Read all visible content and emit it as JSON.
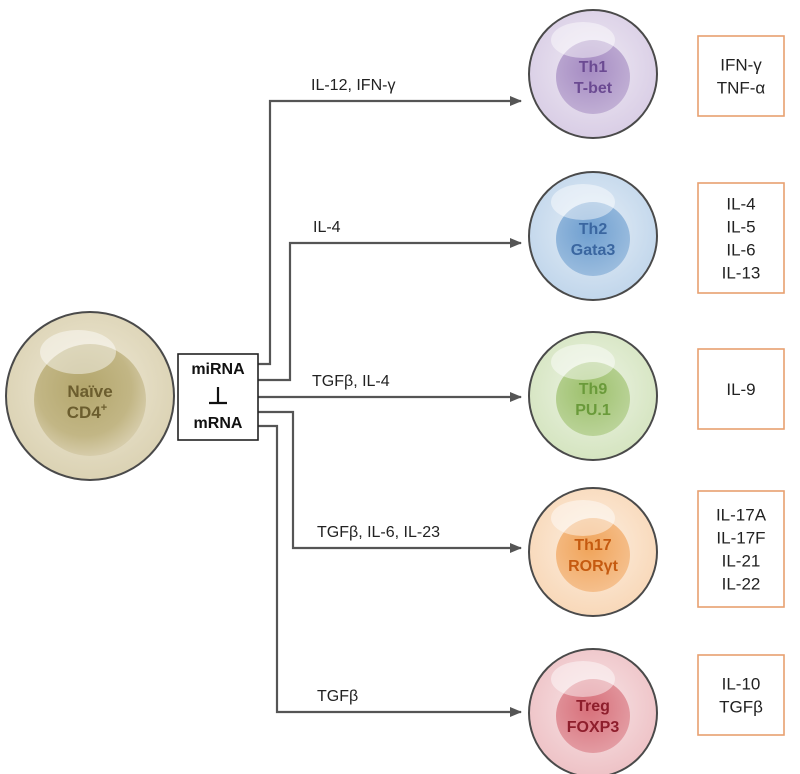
{
  "naive": {
    "line1": "Naïve",
    "line2": "CD4",
    "sup": "+"
  },
  "regulator": {
    "top": "miRNA",
    "symbol": "⊥",
    "bottom": "mRNA"
  },
  "subsets": [
    {
      "name": "Th1",
      "tf": "T-bet",
      "stimuli": "IL-12, IFN-γ",
      "cytokines": [
        "IFN-γ",
        "TNF-α"
      ],
      "color": "#a58bc2",
      "text_color": "#6b4a92"
    },
    {
      "name": "Th2",
      "tf": "Gata3",
      "stimuli": "IL-4",
      "cytokines": [
        "IL-4",
        "IL-5",
        "IL-6",
        "IL-13"
      ],
      "color": "#6f9fd0",
      "text_color": "#3a66a0"
    },
    {
      "name": "Th9",
      "tf": "PU.1",
      "stimuli": "TGFβ, IL-4",
      "cytokines": [
        "IL-9"
      ],
      "color": "#9dc06c",
      "text_color": "#6a9a3a"
    },
    {
      "name": "Th17",
      "tf": "RORγt",
      "stimuli": "TGFβ, IL-6, IL-23",
      "cytokines": [
        "IL-17A",
        "IL-17F",
        "IL-21",
        "IL-22"
      ],
      "color": "#f0a45a",
      "text_color": "#c55a10"
    },
    {
      "name": "Treg",
      "tf": "FOXP3",
      "stimuli": "TGFβ",
      "cytokines": [
        "IL-10",
        "TGFβ"
      ],
      "color": "#d7707a",
      "text_color": "#8e1e2c"
    }
  ],
  "colors": {
    "arrow": "#555555",
    "box_border": "#e8a070",
    "naive_fill": "#c9bd8e",
    "naive_text": "#6b5d2e"
  }
}
